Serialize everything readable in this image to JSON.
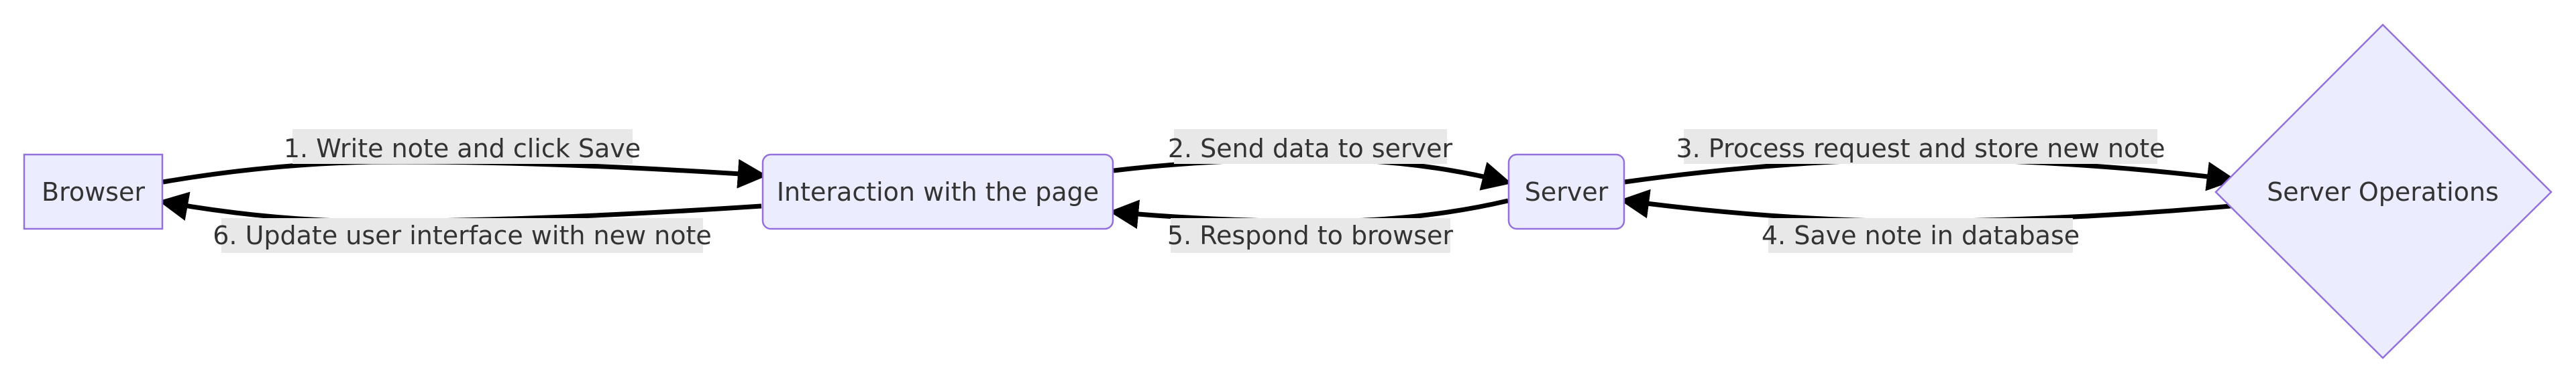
{
  "nodes": {
    "browser": "Browser",
    "interaction": "Interaction with the page",
    "server": "Server",
    "server_ops": "Server Operations"
  },
  "edges": {
    "e1": "1. Write note and click Save",
    "e2": "2. Send data to server",
    "e3": "3. Process request and store new note",
    "e4": "4. Save note in database",
    "e5": "5. Respond to browser",
    "e6": "6. Update user interface with new note"
  },
  "colors": {
    "node_fill": "#ececff",
    "node_stroke": "#9370db",
    "edge_stroke": "#000000",
    "label_bg": "#e8e8e8",
    "text": "#333333"
  }
}
